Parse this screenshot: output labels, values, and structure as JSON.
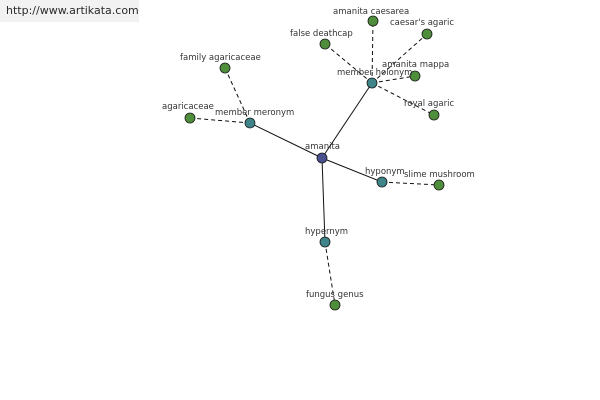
{
  "site_url": "http://www.artikata.com",
  "colors": {
    "root_node": "#4a4f8e",
    "relation_node": "#3f8489",
    "term_node": "#4f8f3b",
    "edge": "#111111"
  },
  "graph": {
    "nodes": [
      {
        "id": "amanita",
        "label": "amanita",
        "kind": "root"
      },
      {
        "id": "member-meronym",
        "label": "member meronym",
        "kind": "relation"
      },
      {
        "id": "member-holonym",
        "label": "member holonym",
        "kind": "relation"
      },
      {
        "id": "hyponym",
        "label": "hyponym",
        "kind": "relation"
      },
      {
        "id": "hypernym",
        "label": "hypernym",
        "kind": "relation"
      },
      {
        "id": "family-agaricaceae",
        "label": "family agaricaceae",
        "kind": "term"
      },
      {
        "id": "agaricaceae",
        "label": "agaricaceae",
        "kind": "term"
      },
      {
        "id": "amanita-caesarea",
        "label": "amanita caesarea",
        "kind": "term"
      },
      {
        "id": "false-deathcap",
        "label": "false deathcap",
        "kind": "term"
      },
      {
        "id": "caesars-agaric",
        "label": "caesar's agaric",
        "kind": "term"
      },
      {
        "id": "amanita-mappa",
        "label": "amanita mappa",
        "kind": "term"
      },
      {
        "id": "royal-agaric",
        "label": "royal agaric",
        "kind": "term"
      },
      {
        "id": "slime-mushroom",
        "label": "slime mushroom",
        "kind": "term"
      },
      {
        "id": "fungus-genus",
        "label": "fungus genus",
        "kind": "term"
      }
    ],
    "edges": [
      {
        "from": "amanita",
        "to": "member-meronym",
        "style": "solid"
      },
      {
        "from": "amanita",
        "to": "member-holonym",
        "style": "solid"
      },
      {
        "from": "amanita",
        "to": "hyponym",
        "style": "solid"
      },
      {
        "from": "amanita",
        "to": "hypernym",
        "style": "solid"
      },
      {
        "from": "member-meronym",
        "to": "family-agaricaceae",
        "style": "dashed"
      },
      {
        "from": "member-meronym",
        "to": "agaricaceae",
        "style": "dashed"
      },
      {
        "from": "member-holonym",
        "to": "amanita-caesarea",
        "style": "dashed"
      },
      {
        "from": "member-holonym",
        "to": "false-deathcap",
        "style": "dashed"
      },
      {
        "from": "member-holonym",
        "to": "caesars-agaric",
        "style": "dashed"
      },
      {
        "from": "member-holonym",
        "to": "amanita-mappa",
        "style": "dashed"
      },
      {
        "from": "member-holonym",
        "to": "royal-agaric",
        "style": "dashed"
      },
      {
        "from": "hyponym",
        "to": "slime-mushroom",
        "style": "dashed"
      },
      {
        "from": "hypernym",
        "to": "fungus-genus",
        "style": "dashed"
      }
    ]
  }
}
